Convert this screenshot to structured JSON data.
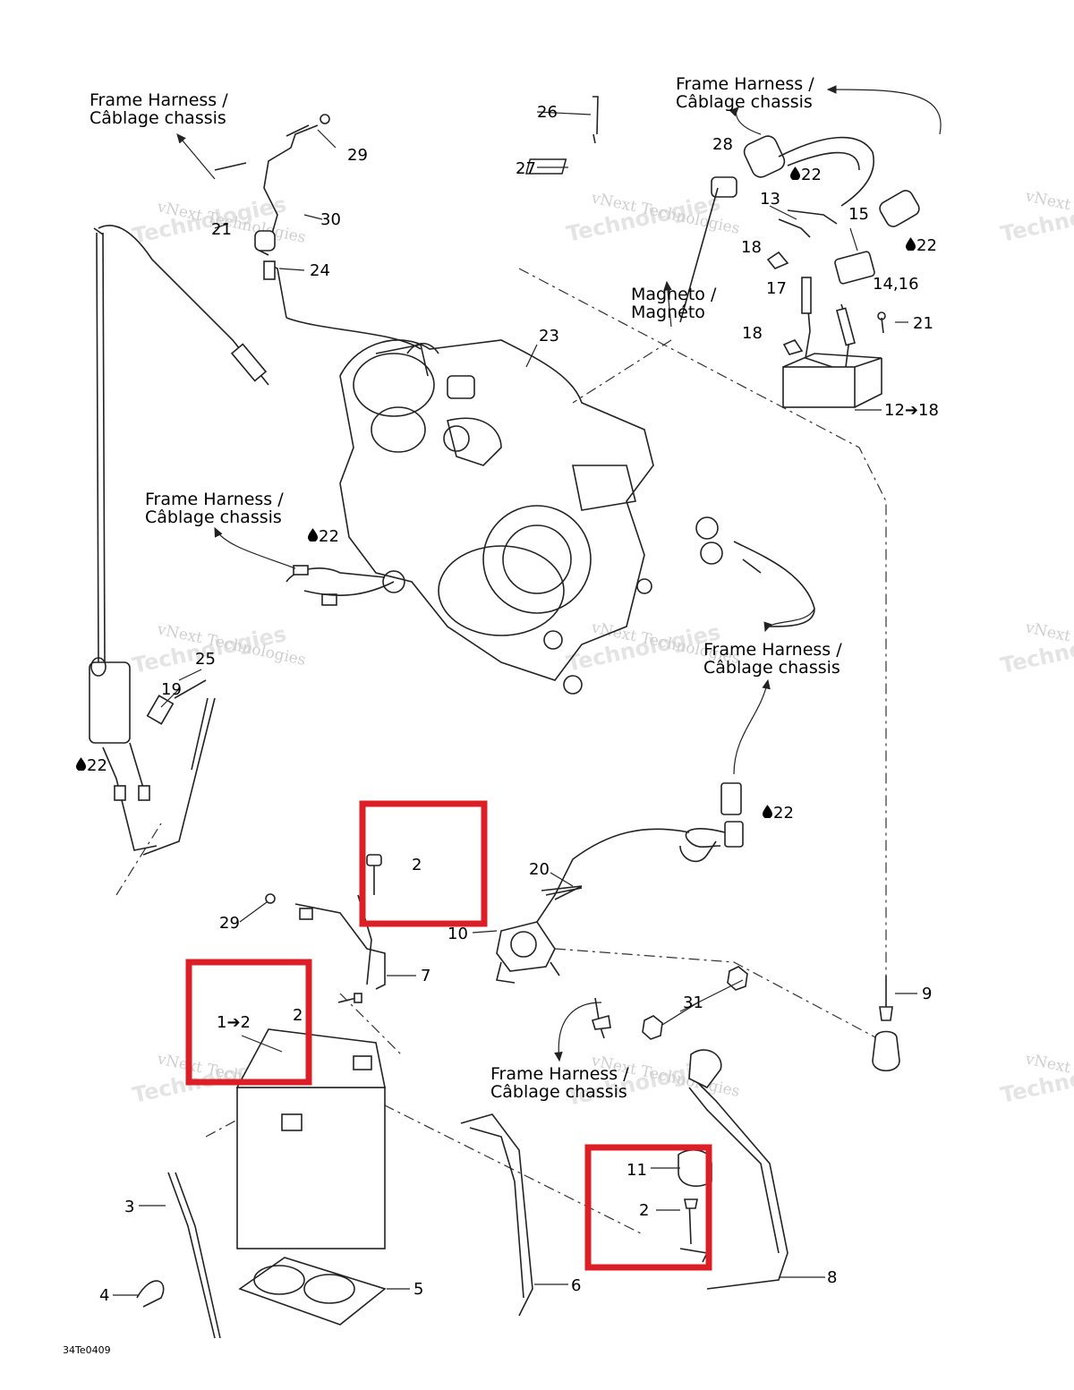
{
  "harness_captions": [
    {
      "line1": "Frame Harness /",
      "line2": "Câblage chassis"
    },
    {
      "line1": "Frame Harness /",
      "line2": "Câblage chassis"
    },
    {
      "line1": "Frame Harness /",
      "line2": "Câblage chassis"
    },
    {
      "line1": "Frame Harness /",
      "line2": "Câblage chassis"
    },
    {
      "line1": "Frame Harness /",
      "line2": "Câblage chassis"
    }
  ],
  "magneto_caption": {
    "line1": "Magneto /",
    "line2": "Magnéto"
  },
  "part_labels": [
    "26",
    "27",
    "28",
    "22",
    "13",
    "15",
    "22",
    "18",
    "14,16",
    "17",
    "21",
    "18",
    "12➔18",
    "29",
    "30",
    "21",
    "24",
    "23",
    "22",
    "25",
    "19",
    "22",
    "22",
    "20",
    "2",
    "10",
    "29",
    "7",
    "2",
    "1➔2",
    "9",
    "31",
    "3",
    "11",
    "2",
    "8",
    "4",
    "5",
    "6"
  ],
  "drop_icon": "oil-drop-icon",
  "watermark": {
    "line1": "vNext Technologies",
    "line2": "Technologies"
  },
  "diagram_code": "34Te0409",
  "highlight_color": "#dc1f26"
}
